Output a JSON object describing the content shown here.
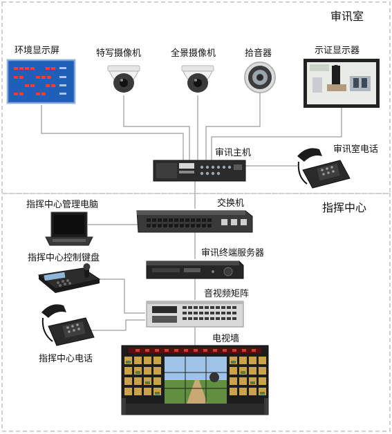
{
  "zones": {
    "interrogation_room": "审讯室",
    "command_center": "指挥中心"
  },
  "devices": {
    "env_display": "环境显示屏",
    "closeup_camera": "特写摄像机",
    "panorama_camera": "全景摄像机",
    "microphone": "拾音器",
    "evidence_display": "示证显示器",
    "host": "审讯主机",
    "room_phone": "审讯室电话",
    "switch": "交换机",
    "mgmt_pc": "指挥中心管理电脑",
    "terminal_server": "审讯终端服务器",
    "keyboard": "指挥中心控制键盘",
    "av_matrix": "音视频矩阵",
    "center_phone": "指挥中心电话",
    "tv_wall": "电视墙"
  },
  "colors": {
    "line": "#9a9a9a",
    "border": "#a0a0a0",
    "led_panel": "#1f5fb8",
    "led_red": "#ff3b2f",
    "device_dark": "#2b2b2b"
  }
}
